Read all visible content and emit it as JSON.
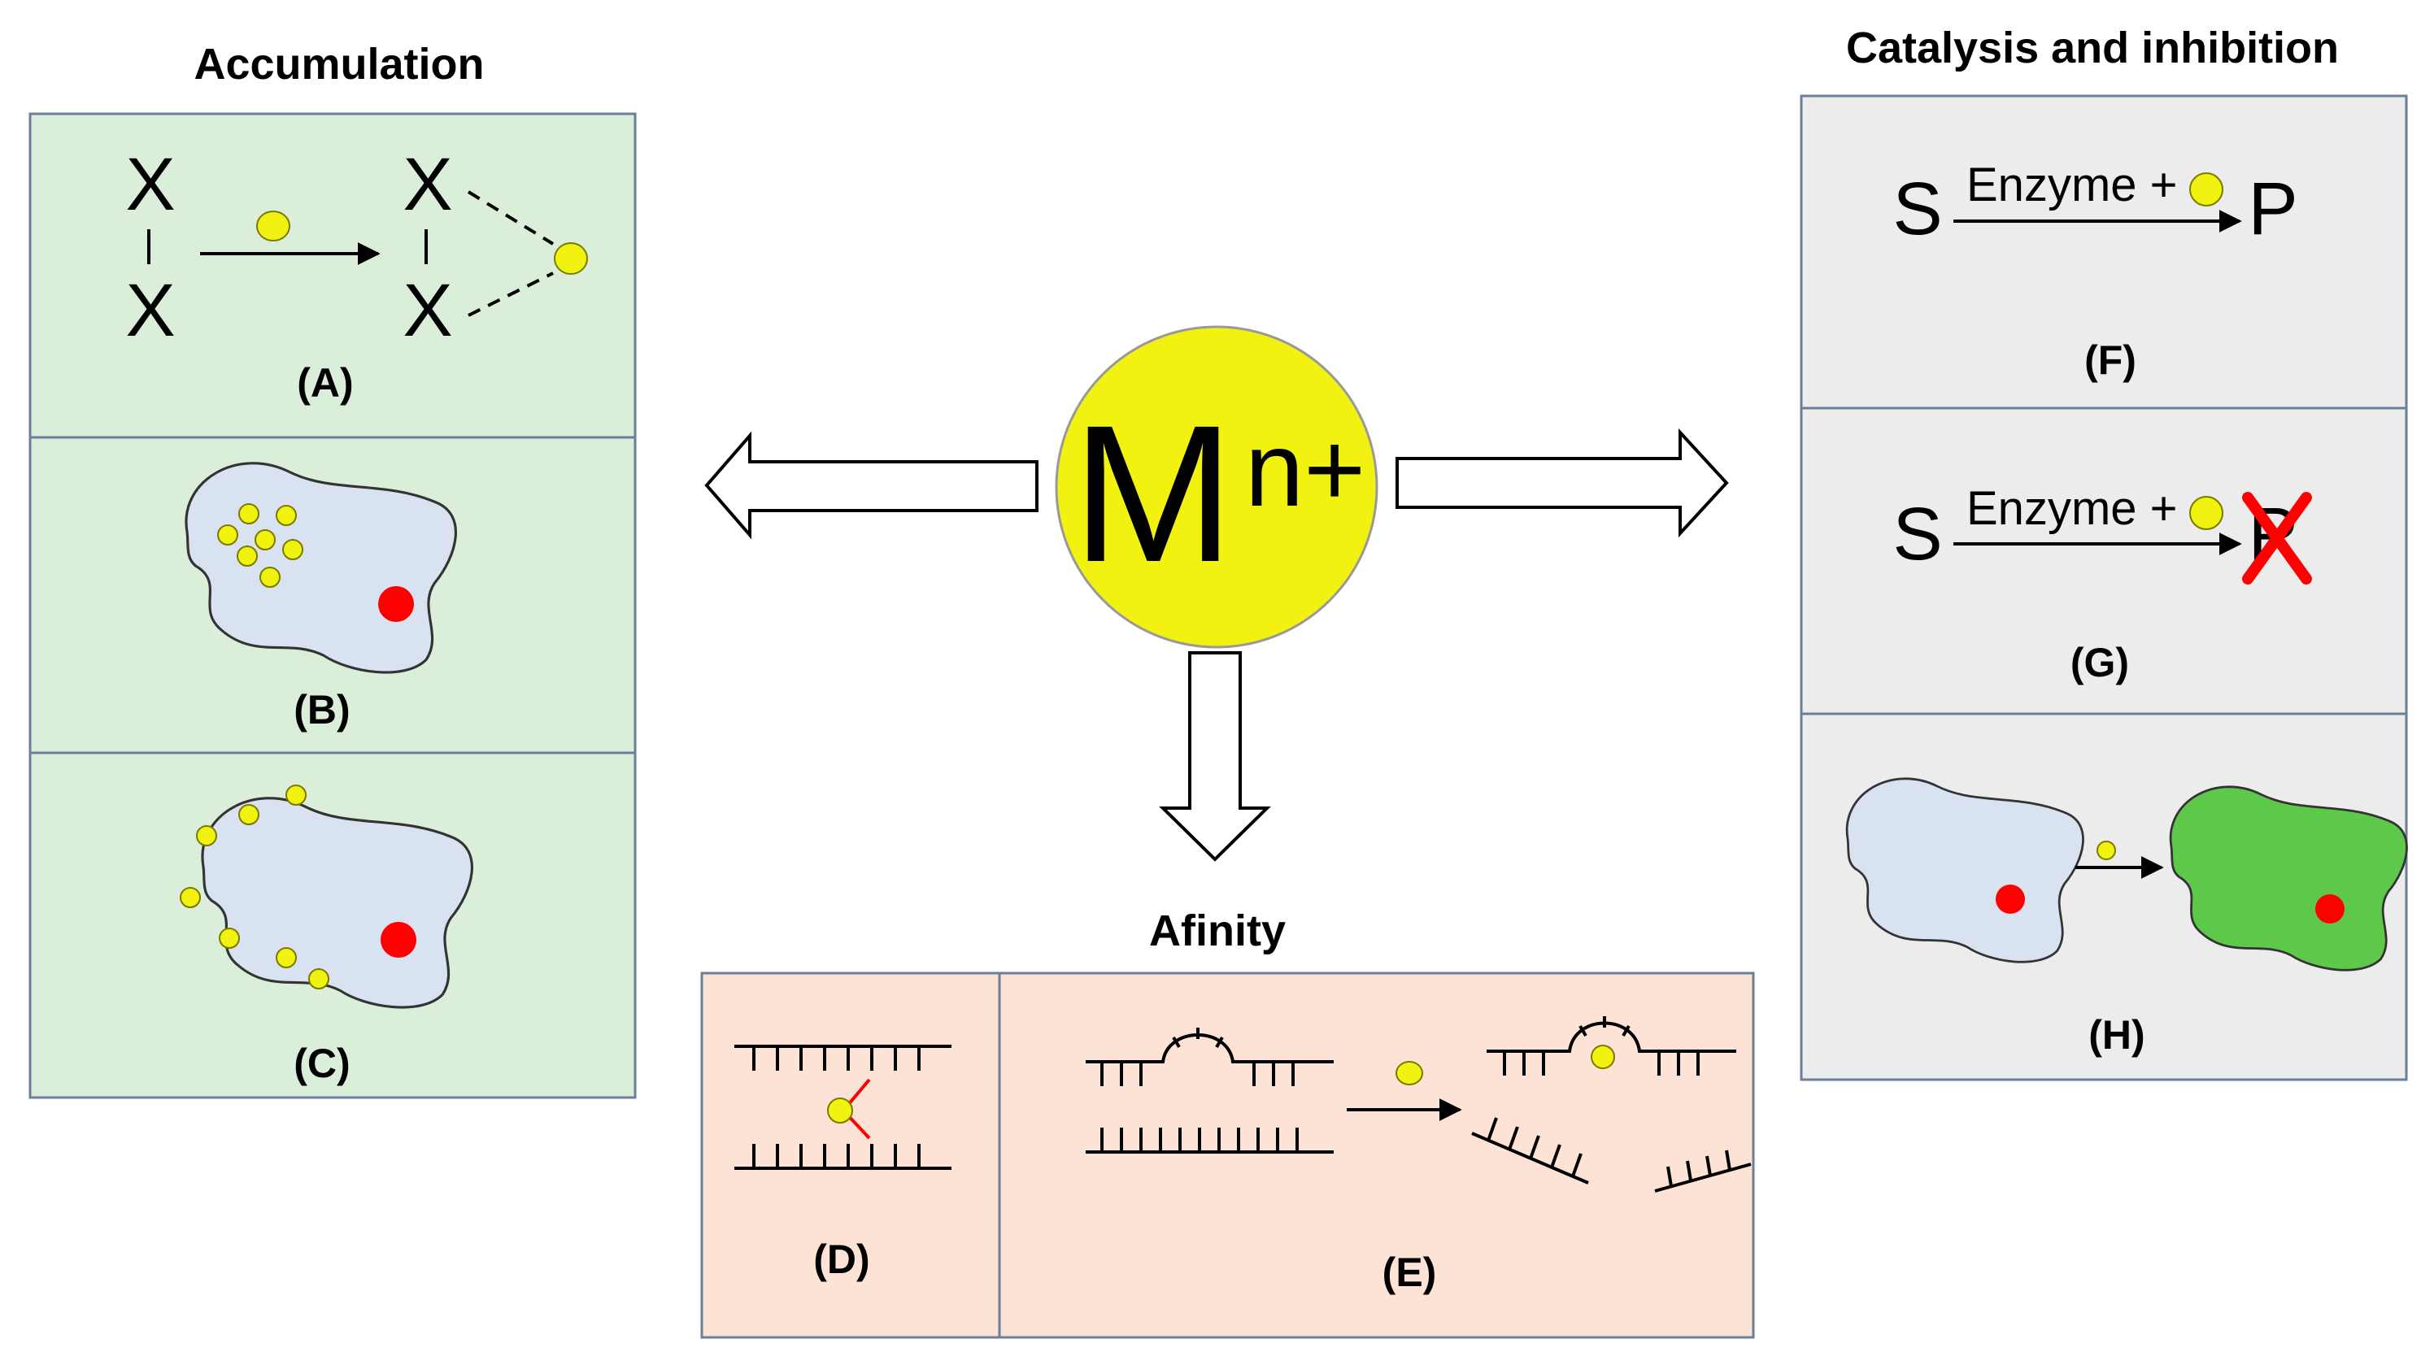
{
  "colors": {
    "green_panel": "#dbeed9",
    "grey_panel": "#ececec",
    "peach_panel": "#fce3d6",
    "panel_border": "#6b7f9a",
    "metal_yellow": "#f2f211",
    "red": "#ff0000",
    "cell_blue": "#d9e2f1",
    "cell_green": "#5ec84a"
  },
  "center": {
    "symbol": "M",
    "superscript": "n+"
  },
  "sections": {
    "accumulation": {
      "title": "Accumulation"
    },
    "catalysis": {
      "title": "Catalysis and inhibition"
    },
    "affinity": {
      "title": "Afinity"
    }
  },
  "panels": {
    "A": {
      "label": "(A)",
      "atom": "X"
    },
    "B": {
      "label": "(B)"
    },
    "C": {
      "label": "(C)"
    },
    "D": {
      "label": "(D)"
    },
    "E": {
      "label": "(E)"
    },
    "F": {
      "label": "(F)",
      "substrate": "S",
      "enzyme": "Enzyme +",
      "product": "P"
    },
    "G": {
      "label": "(G)",
      "substrate": "S",
      "enzyme": "Enzyme +",
      "product": "P"
    },
    "H": {
      "label": "(H)"
    }
  },
  "icons": [
    "yellow-ion-icon",
    "red-nucleus-icon",
    "cell-icon",
    "dna-strand-icon",
    "arrow-icon",
    "red-cross-icon"
  ]
}
